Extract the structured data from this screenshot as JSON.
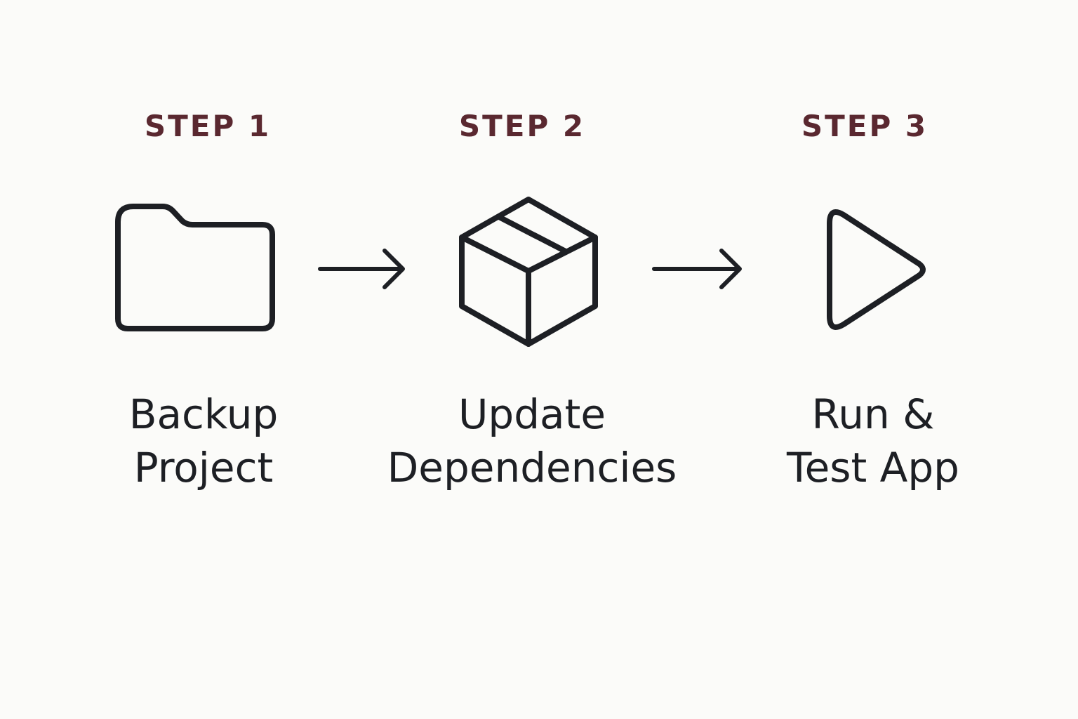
{
  "steps": [
    {
      "label": "STEP 1",
      "title_lines": [
        "Backup",
        "Project"
      ],
      "icon": "folder-icon"
    },
    {
      "label": "STEP 2",
      "title_lines": [
        "Update",
        "Dependencies"
      ],
      "icon": "box-icon"
    },
    {
      "label": "STEP 3",
      "title_lines": [
        "Run &",
        "Test App"
      ],
      "icon": "play-icon"
    }
  ],
  "connectors": [
    "arrow-right-icon",
    "arrow-right-icon"
  ],
  "colors": {
    "background": "#fbfbf9",
    "step_label": "#5a2830",
    "title": "#1d1f24",
    "icon_stroke": "#1d1f24"
  }
}
